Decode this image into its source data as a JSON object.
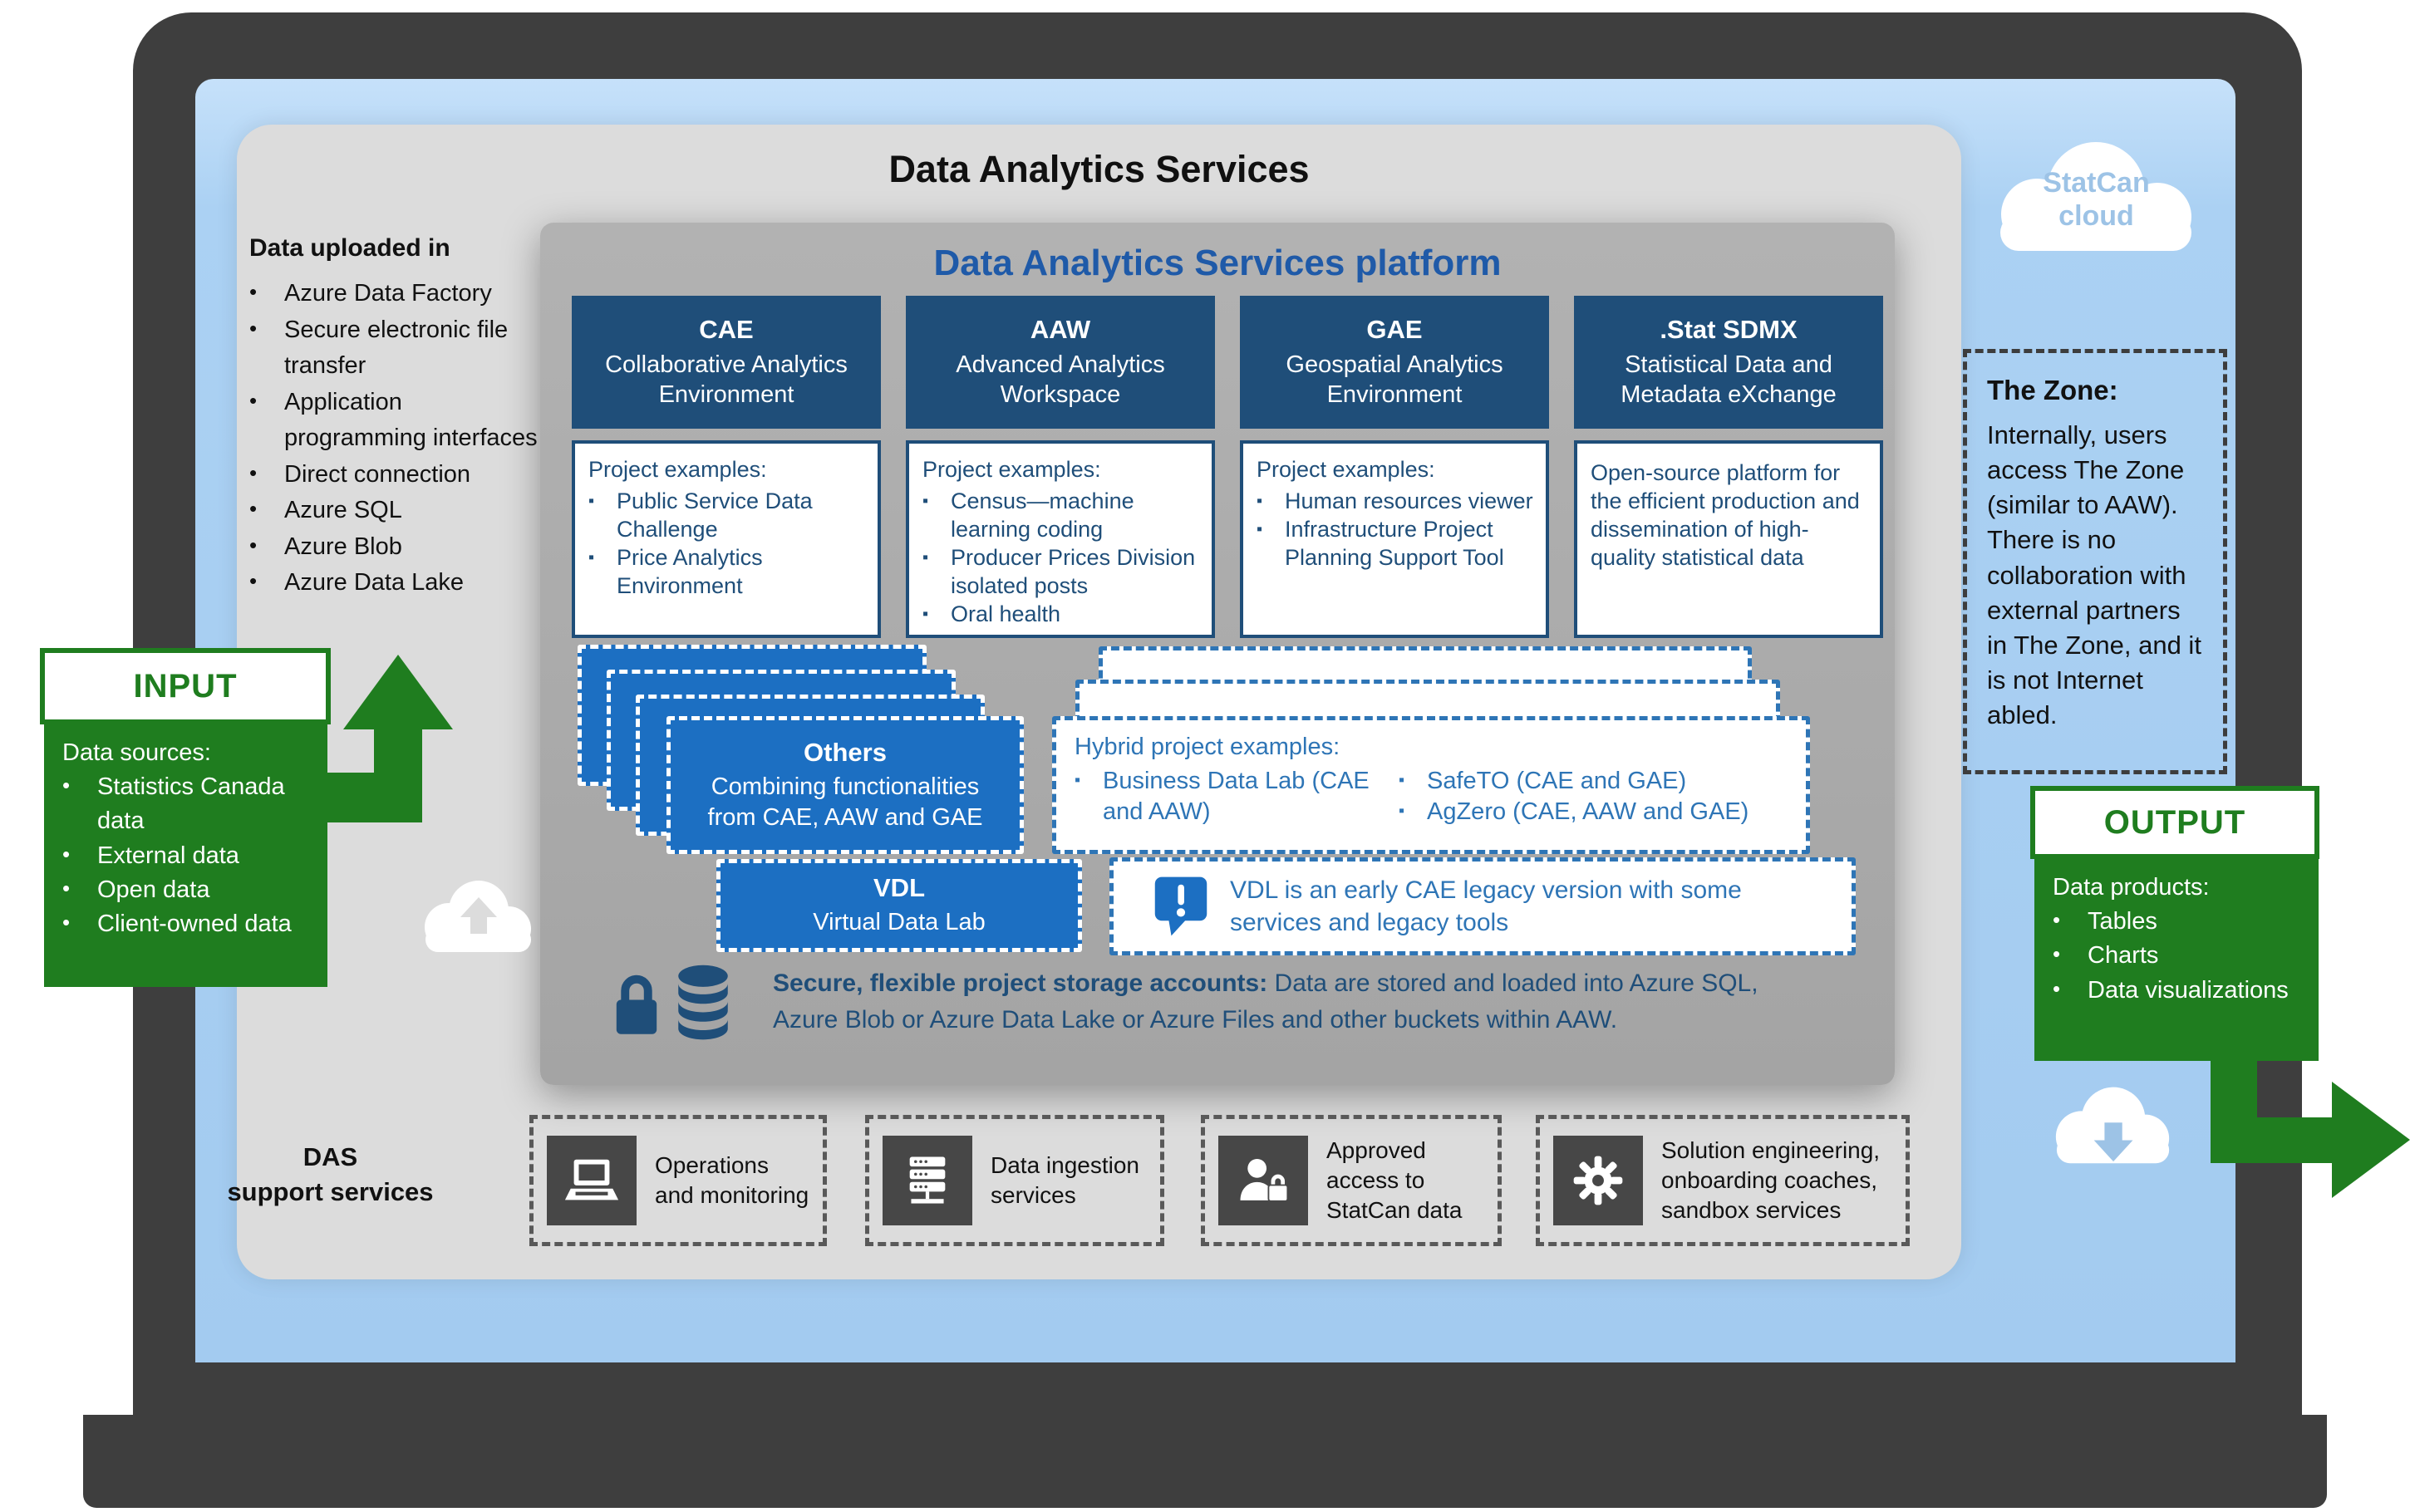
{
  "title": "Data Analytics Services",
  "left_panel": {
    "heading": "Data uploaded in",
    "items": [
      "Azure Data Factory",
      "Secure electronic file transfer",
      "Application programming interfaces",
      "Direct connection",
      "Azure SQL",
      "Azure Blob",
      "Azure Data Lake"
    ]
  },
  "input": {
    "label": "INPUT",
    "heading": "Data sources:",
    "items": [
      "Statistics Canada data",
      "External data",
      "Open data",
      "Client-owned data"
    ]
  },
  "output": {
    "label": "OUTPUT",
    "heading": "Data products:",
    "items": [
      "Tables",
      "Charts",
      "Data visualizations"
    ]
  },
  "platform": {
    "title": "Data Analytics Services platform",
    "columns": [
      {
        "acronym": "CAE",
        "name": "Collaborative Analytics Environment",
        "examples_label": "Project examples:",
        "examples": [
          "Public Service Data Challenge",
          "Price Analytics Environment"
        ]
      },
      {
        "acronym": "AAW",
        "name": "Advanced Analytics Workspace",
        "examples_label": "Project examples:",
        "examples": [
          "Census—machine learning coding",
          "Producer Prices Division isolated posts",
          "Oral health"
        ]
      },
      {
        "acronym": "GAE",
        "name": "Geospatial Analytics Environment",
        "examples_label": "Project examples:",
        "examples": [
          "Human resources viewer",
          "Infrastructure Project Planning Support Tool"
        ]
      },
      {
        "acronym": ".Stat SDMX",
        "name": "Statistical Data and Metadata eXchange",
        "description": "Open-source platform for the efficient production and dissemination of high-quality statistical data"
      }
    ],
    "others": {
      "title": "Others",
      "subtitle": "Combining functionalities from CAE, AAW and GAE"
    },
    "vdl": {
      "title": "VDL",
      "subtitle": "Virtual Data Lab"
    },
    "hybrid": {
      "label": "Hybrid project examples:",
      "examples": [
        "Business Data Lab (CAE and AAW)",
        "SafeTO (CAE and GAE)",
        "AgZero (CAE, AAW and GAE)"
      ]
    },
    "vdl_note": "VDL is an early CAE legacy version with some services and legacy tools",
    "storage_note_bold": "Secure, flexible project storage accounts:",
    "storage_note_rest": " Data are stored and loaded into Azure SQL, Azure Blob or Azure Data Lake or Azure Files and other buckets within AAW."
  },
  "das": {
    "label_line1": "DAS",
    "label_line2": "support services",
    "services": [
      {
        "icon": "laptop-icon",
        "label": "Operations and monitoring"
      },
      {
        "icon": "server-icon",
        "label": "Data ingestion services"
      },
      {
        "icon": "person-lock-icon",
        "label": "Approved access to StatCan data"
      },
      {
        "icon": "gear-icon",
        "label": "Solution engineering, onboarding coaches, sandbox services"
      }
    ]
  },
  "statcan_cloud": {
    "line1": "StatCan",
    "line2": "cloud"
  },
  "zone": {
    "heading": "The Zone:",
    "body": "Internally, users access The Zone (similar to AAW). There is no collaboration with external partners in The Zone, and it is not Internet abled."
  },
  "colors": {
    "green": "#1f7d1f",
    "navy": "#1F4E79",
    "bright_blue": "#1C6FC2",
    "dashed_blue": "#2E75B6",
    "platform_title_blue": "#1F5AA8",
    "cloud_text_blue": "#9DC3E6",
    "bezel_gray": "#3e3e3e",
    "panel_gray": "#dcdcdc",
    "screen_blue": "#a3cbf0"
  }
}
